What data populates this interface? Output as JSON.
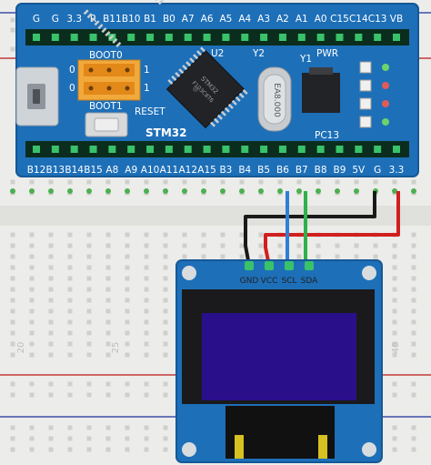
{
  "board": {
    "name": "STM32",
    "top_pins": [
      "G",
      "G",
      "3.3",
      "R",
      "B11",
      "B10",
      "B1",
      "B0",
      "A7",
      "A6",
      "A5",
      "A4",
      "A3",
      "A2",
      "A1",
      "A0",
      "C15",
      "C14",
      "C13",
      "VB"
    ],
    "bottom_pins": [
      "B12",
      "B13",
      "B14",
      "B15",
      "A8",
      "A9",
      "A10",
      "A11",
      "A12",
      "A15",
      "B3",
      "B4",
      "B5",
      "B6",
      "B7",
      "B8",
      "B9",
      "5V",
      "G",
      "3.3"
    ],
    "boot0_label": "BOOT0",
    "boot1_label": "BOOT1",
    "reset_label": "RESET",
    "jumper_zero": "0",
    "jumper_one": "1",
    "chip_text": [
      "STM32",
      "F103C8T6"
    ],
    "u2_label": "U2",
    "y1_label": "Y1",
    "y2_label": "Y2",
    "crystal_text": "EA8.000",
    "pwr_label": "PWR",
    "pc13_label": "PC13"
  },
  "breadboard": {
    "column_numbers": [
      "20",
      "25",
      "40"
    ]
  },
  "oled": {
    "pin_labels": [
      "GND",
      "VCC",
      "SCL",
      "SDA"
    ]
  },
  "wires": [
    {
      "from": "G",
      "to": "GND",
      "color": "#1a1a1a"
    },
    {
      "from": "3.3",
      "to": "VCC",
      "color": "#d11f1f"
    },
    {
      "from": "B6",
      "to": "SCL",
      "color": "#2f7fd6"
    },
    {
      "from": "B7",
      "to": "SDA",
      "color": "#2fb04a"
    }
  ],
  "colors": {
    "board": "#1d6fb8",
    "screen": "#2a0f8a",
    "header": "#0b2d1d",
    "boot_jumper": "#f2a93b"
  }
}
